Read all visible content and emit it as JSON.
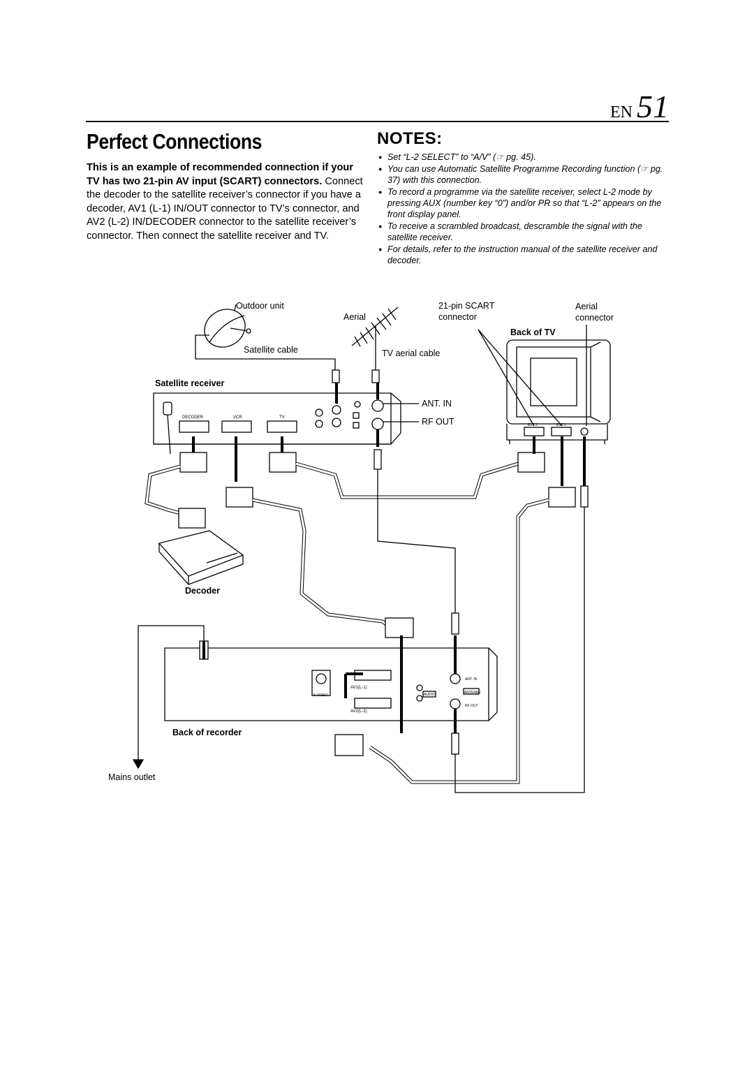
{
  "page": {
    "lang": "EN",
    "number": "51"
  },
  "title": "Perfect Connections",
  "intro": {
    "bold": "This is an example of recommended connection if your TV has two 21-pin AV input (SCART) connectors.",
    "text": "Connect the decoder to the satellite receiver’s connector if you have a decoder, AV1 (L-1) IN/OUT connector to TV’s connector, and AV2 (L-2) IN/DECODER connector to the satellite receiver’s connector. Then connect the satellite receiver and TV."
  },
  "notes": {
    "heading": "NOTES:",
    "items": [
      "Set “L-2 SELECT” to “A/V” (☞ pg. 45).",
      "You can use Automatic Satellite Programme Recording function (☞ pg. 37) with this connection.",
      "To record a programme via the satellite receiver, select L-2 mode by pressing AUX (number key “0”) and/or PR so that “L-2” appears on the front display panel.",
      "To receive a scrambled broadcast, descramble the signal with the satellite receiver.",
      "For details, refer to the instruction manual of the satellite receiver and decoder."
    ]
  },
  "diagram": {
    "outdoor_unit": "Outdoor unit",
    "satellite_cable": "Satellite cable",
    "aerial": "Aerial",
    "tv_aerial_cable": "TV aerial cable",
    "scart_connector_1": "21-pin SCART",
    "scart_connector_2": "connector",
    "aerial_connector_1": "Aerial",
    "aerial_connector_2": "connector",
    "back_of_tv": "Back of TV",
    "satellite_receiver": "Satellite receiver",
    "ant_in": "ANT. IN",
    "rf_out": "RF OUT",
    "decoder_port": "DECODER",
    "vcr_port": "VCR",
    "tv_port": "TV",
    "decoder": "Decoder",
    "back_of_recorder": "Back of recorder",
    "mains_outlet": "Mains outlet",
    "ext2": "EXT 2",
    "ext1": "EXT 1",
    "s_video": "S VIDEO",
    "av1": "AV1(L-1)",
    "av2": "AV2(L-2)",
    "rec_ant_in": "ANT. IN",
    "rec_rf_out": "RF OUT",
    "audio": "AUDIO",
    "antenne": "ANTENNE"
  }
}
